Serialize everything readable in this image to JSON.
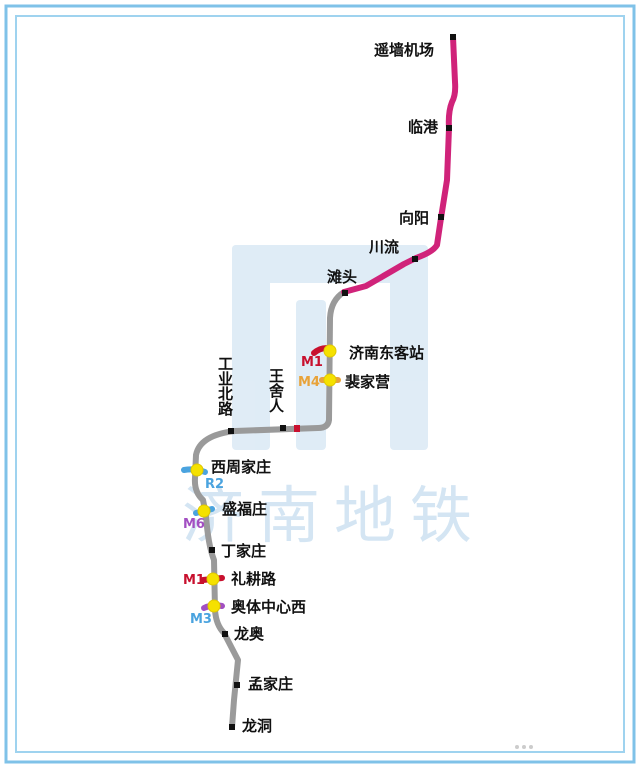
{
  "watermark": "济南地铁",
  "colors": {
    "frame_outer": "#7fc2e8",
    "frame_inner": "#9fd3ef",
    "line_existing": "#9a9a9a",
    "line_new": "#d0237a",
    "station_dot": "#111111",
    "transfer_marker": "#f5e100",
    "M1": "#c8102e",
    "M4": "#e8a33a",
    "M6": "#a24fc2",
    "M3": "#4aa3df",
    "R2": "#4aa3df",
    "watermark": "#c6ddef"
  },
  "stations": [
    {
      "name": "遥墙机场"
    },
    {
      "name": "临港"
    },
    {
      "name": "向阳"
    },
    {
      "name": "川流"
    },
    {
      "name": "滩头"
    },
    {
      "name": "济南东客站"
    },
    {
      "name": "裴家营"
    },
    {
      "name": "王舍人"
    },
    {
      "name": "工业北路"
    },
    {
      "name": "西周家庄"
    },
    {
      "name": "盛福庄"
    },
    {
      "name": "丁家庄"
    },
    {
      "name": "礼耕路"
    },
    {
      "name": "奥体中心西"
    },
    {
      "name": "龙奥"
    },
    {
      "name": "孟家庄"
    },
    {
      "name": "龙洞"
    }
  ],
  "transfers": {
    "m1_east": "M1",
    "m4": "M4",
    "r2": "R2",
    "m6": "M6",
    "m1_south": "M1",
    "m3": "M3"
  }
}
